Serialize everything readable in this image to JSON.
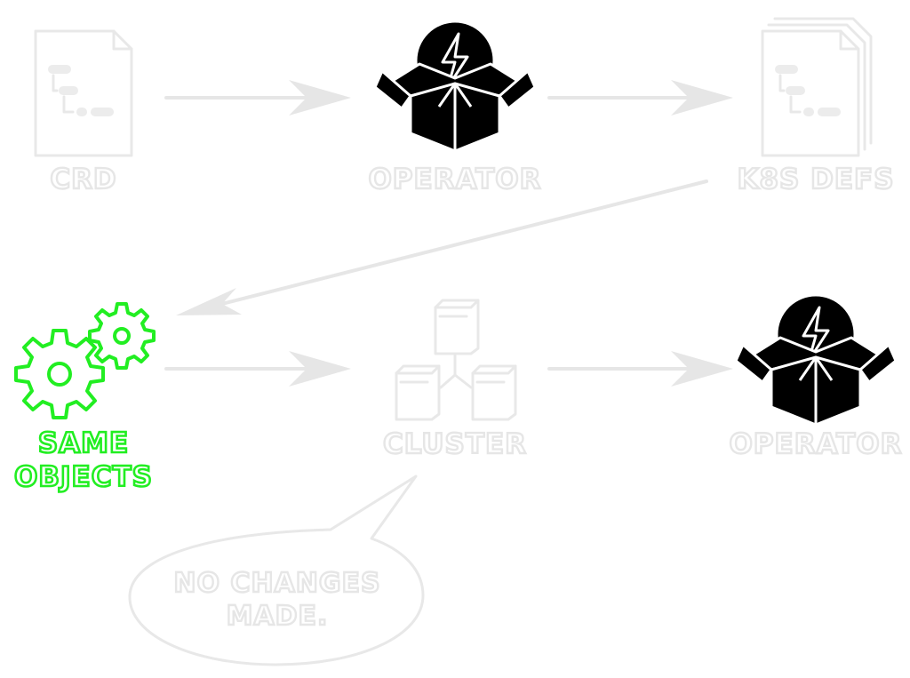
{
  "nodes": {
    "crd": {
      "label": "CRD"
    },
    "operator_top": {
      "label": "OPERATOR"
    },
    "k8s_defs": {
      "label": "K8S DEFS"
    },
    "same_objects": {
      "label_line1": "SAME",
      "label_line2": "OBJECTS"
    },
    "cluster": {
      "label": "CLUSTER"
    },
    "operator_bottom": {
      "label": "OPERATOR"
    }
  },
  "bubble": {
    "line1": "NO CHANGES",
    "line2": "MADE."
  },
  "colors": {
    "faded": "#e6e6e6",
    "active": "#22ee22",
    "operator_icon": "#000000"
  },
  "icons": {
    "crd": "document-icon",
    "operator": "operator-box-lightning-icon",
    "k8s_defs": "stacked-documents-icon",
    "same_objects": "gears-icon",
    "cluster": "servers-icon"
  }
}
